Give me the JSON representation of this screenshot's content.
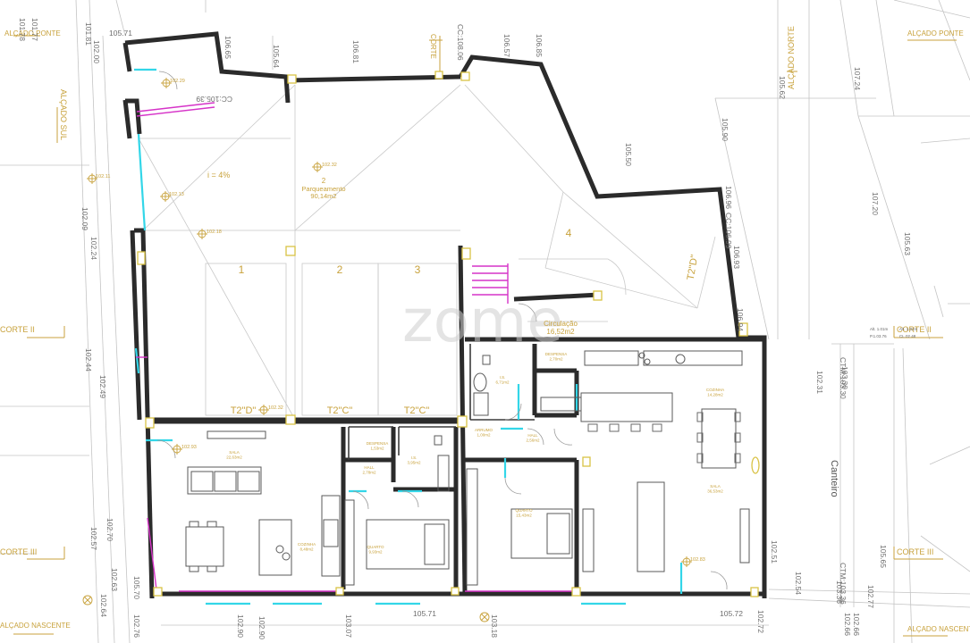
{
  "colors": {
    "wall": "#2b2b2b",
    "annotation": "#c8a23c",
    "survey": "#7a7a7a",
    "thin": "#b9b9b9",
    "window": "#33d6e8",
    "stair": "#d633c8",
    "watermark": "#cfcfcf"
  },
  "section_marks": [
    {
      "id": "alcado-sul",
      "text": "ALÇADO SUL"
    },
    {
      "id": "alcado-poente-left",
      "text": "ALÇADO PONTE"
    },
    {
      "id": "alcado-poente-right",
      "text": "ALÇADO PONTE"
    },
    {
      "id": "alcado-norte",
      "text": "ALÇADO NORTE"
    },
    {
      "id": "alcado-nascente-left",
      "text": "ALÇADO NASCENTE"
    },
    {
      "id": "alcado-nascente-right",
      "text": "ALÇADO NASCENTE"
    },
    {
      "id": "corte-top",
      "text": "CORTE"
    },
    {
      "id": "corte-ii-left",
      "text": "CORTE II"
    },
    {
      "id": "corte-ii-right",
      "text": "CORTE II"
    },
    {
      "id": "corte-iii-left",
      "text": "CORTE III"
    },
    {
      "id": "corte-iii-right",
      "text": "CORTE III"
    }
  ],
  "elevations": [
    "101.78",
    "101.77",
    "101.81",
    "102.00",
    "105.71",
    "106.65",
    "105.64",
    "106.81",
    "CC:108.06",
    "106.57",
    "106.85",
    "CC:105.39",
    "105.90",
    "106.96",
    "105.50",
    "CC:106.99",
    "106.93",
    "107.24",
    "105.62",
    "107.20",
    "105.63",
    "102.09",
    "102.24",
    "102.44",
    "102.49",
    "106.94",
    "102.31",
    "103.30",
    "102.70",
    "102.57",
    "102.63",
    "102.64",
    "105.70",
    "102.76",
    "102.90",
    "102.90",
    "103.07",
    "105.71",
    "103.18",
    "105.72",
    "102.72",
    "102.51",
    "102.54",
    "103.36",
    "102.66",
    "102.66",
    "102.77",
    "105.65",
    "CTM:103.30",
    "CTM:103.36"
  ],
  "spot_levels": [
    "102.29",
    "102.11",
    "102.13",
    "102.18",
    "102.32",
    "102.32",
    "102.83",
    "102.93"
  ],
  "slope_label": "i = 4%",
  "parking": {
    "number": "2",
    "name": "Parqueamento",
    "area": "90,14m2"
  },
  "parking_bays": [
    "1",
    "2",
    "3"
  ],
  "zone_4_label": "4",
  "unit_labels": [
    "T2\"D\"",
    "T2\"C\"",
    "T2\"C\"",
    "T2\"D\""
  ],
  "circulation": {
    "name": "Circulação",
    "area": "16,52m2"
  },
  "rooms": [
    {
      "id": "sala-left",
      "name": "SALA",
      "area": "22,63m2"
    },
    {
      "id": "cozinha-left",
      "name": "COZINHA",
      "area": "8,48m2"
    },
    {
      "id": "hall-left",
      "name": "HALL",
      "area": "2,78m2"
    },
    {
      "id": "despensa-left",
      "name": "DESPENSA",
      "area": "1,53m2"
    },
    {
      "id": "is-left",
      "name": "I.S.",
      "area": "3,95m2"
    },
    {
      "id": "quarto-left",
      "name": "QUARTO",
      "area": "9,93m2"
    },
    {
      "id": "arrumo",
      "name": "ARRUMO",
      "area": "1,00m2"
    },
    {
      "id": "hall-right",
      "name": "HALL",
      "area": "2,56m2"
    },
    {
      "id": "quarto-right",
      "name": "QUARTO",
      "area": "15,43m2"
    },
    {
      "id": "is-right",
      "name": "I.S.",
      "area": "6,71m2"
    },
    {
      "id": "despensa-right",
      "name": "DESPENSA",
      "area": "2,70m2"
    },
    {
      "id": "cozinha-right",
      "name": "COZINHA",
      "area": "14,28m2"
    },
    {
      "id": "sala-right",
      "name": "SALA",
      "area": "36,53m2"
    }
  ],
  "street_label": "Canteiro",
  "small_notes": [
    "Alt. 1.01m",
    "P.1.03.76",
    "Alt. 1.01m",
    "CL.02.48"
  ],
  "watermark": "zome"
}
